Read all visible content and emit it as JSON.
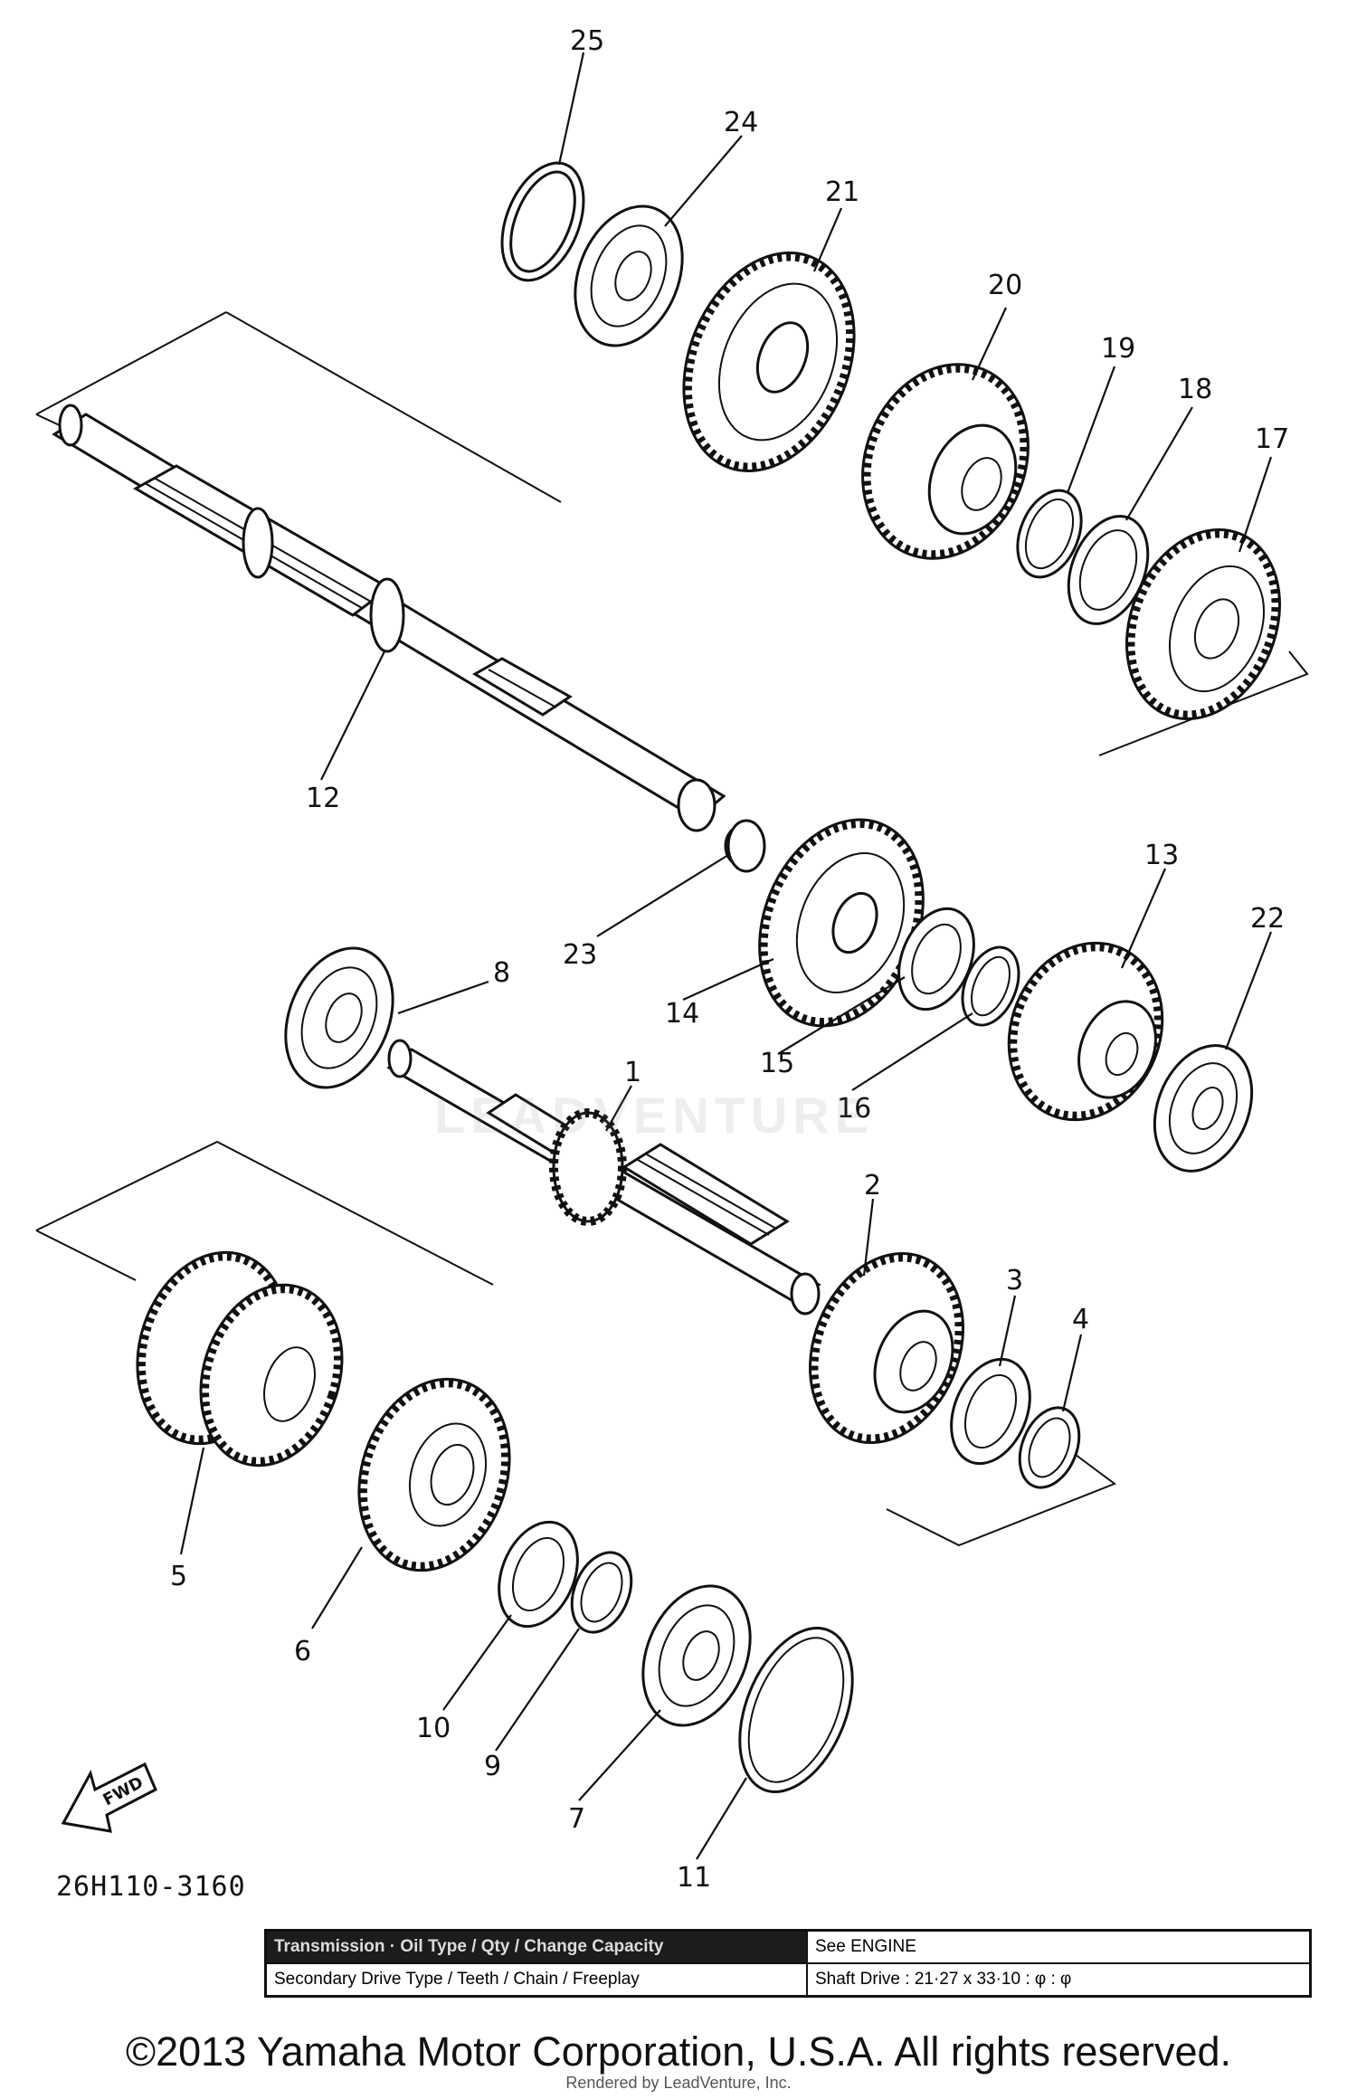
{
  "diagram": {
    "code": "26H110-3160",
    "fwd_label": "FWD",
    "callouts": [
      "1",
      "2",
      "3",
      "4",
      "5",
      "6",
      "7",
      "8",
      "9",
      "10",
      "11",
      "12",
      "13",
      "14",
      "15",
      "16",
      "17",
      "18",
      "19",
      "20",
      "21",
      "22",
      "23",
      "24",
      "25"
    ]
  },
  "spec_table": {
    "rows": [
      {
        "left": "Transmission · Oil Type / Qty / Change Capacity",
        "right": "See ENGINE"
      },
      {
        "left": "Secondary Drive Type / Teeth / Chain / Freeplay",
        "right": "Shaft Drive : 21·27 x 33·10 : φ : φ"
      }
    ]
  },
  "watermark": "LEADVENTURE",
  "copyright": "©2013 Yamaha Motor Corporation, U.S.A. All rights reserved.",
  "rendered_by": "Rendered by LeadVenture, Inc."
}
